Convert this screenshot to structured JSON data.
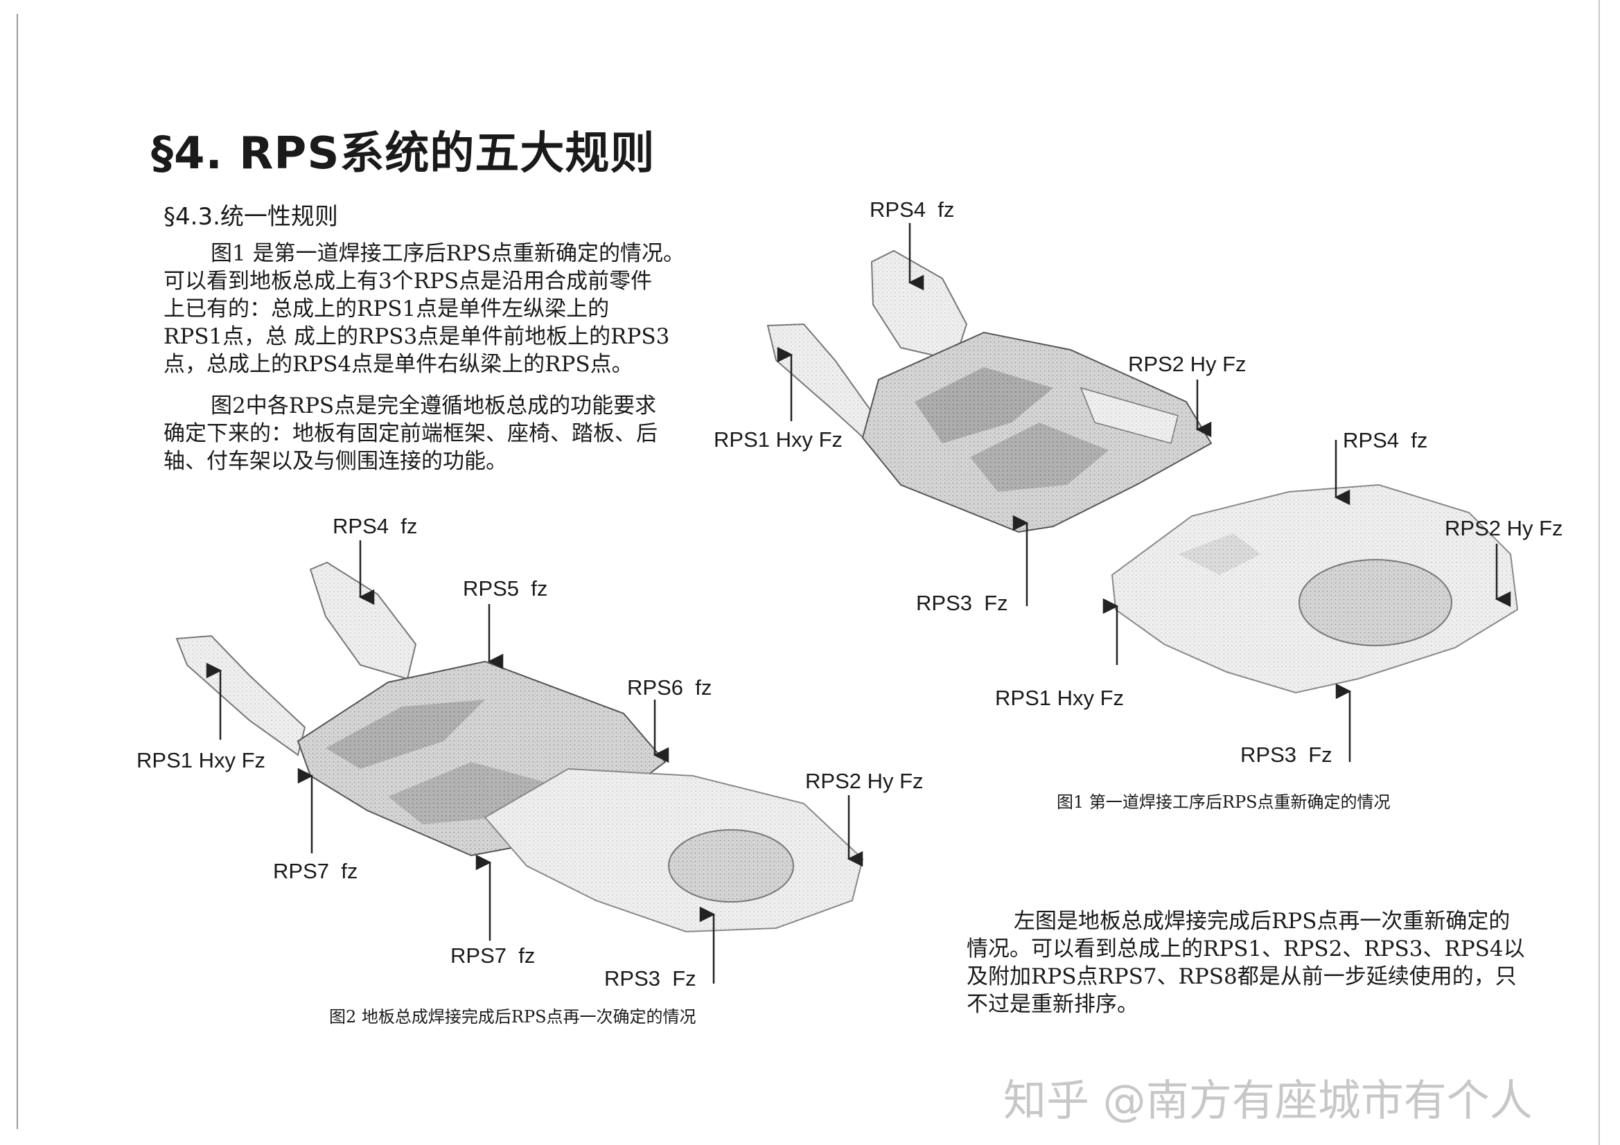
{
  "header": {
    "title": "§4. RPS系统的五大规则",
    "section": "§4.3.统一性规则"
  },
  "body_text": {
    "para1": [
      "图1 是第一道焊接工序后RPS点重新确定的情况。",
      "可以看到地板总成上有3个RPS点是沿用合成前零件",
      "上已有的：总成上的RPS1点是单件左纵梁上的",
      "RPS1点，总 成上的RPS3点是单件前地板上的RPS3",
      "点，总成上的RPS4点是单件右纵梁上的RPS点。"
    ],
    "para2": [
      "图2中各RPS点是完全遵循地板总成的功能要求",
      "确定下来的：地板有固定前端框架、座椅、踏板、后",
      "轴、付车架以及与侧围连接的功能。"
    ],
    "para3": [
      "左图是地板总成焊接完成后RPS点再一次重新确定的",
      "情况。可以看到总成上的RPS1、RPS2、RPS3、RPS4以",
      "及附加RPS点RPS7、RPS8都是从前一步延续使用的，只",
      "不过是重新排序。"
    ]
  },
  "figure1": {
    "caption": "图1  第一道焊接工序后RPS点重新确定的情况",
    "front_floor_labels": {
      "rps4": "RPS4  fz",
      "rps2": "RPS2 Hy Fz",
      "rps1": "RPS1 Hxy Fz",
      "rps3": "RPS3  Fz"
    },
    "rear_floor_labels": {
      "rps4": "RPS4  fz",
      "rps2": "RPS2 Hy Fz",
      "rps1": "RPS1 Hxy Fz",
      "rps3": "RPS3  Fz"
    }
  },
  "figure2": {
    "caption": "图2 地板总成焊接完成后RPS点再一次确定的情况",
    "labels": {
      "rps4": "RPS4  fz",
      "rps5": "RPS5  fz",
      "rps6": "RPS6  fz",
      "rps1": "RPS1 Hxy Fz",
      "rps2": "RPS2 Hy Fz",
      "rps7a": "RPS7  fz",
      "rps7b": "RPS7  fz",
      "rps3": "RPS3  Fz"
    }
  },
  "watermark": "知乎 @南方有座城市有个人"
}
